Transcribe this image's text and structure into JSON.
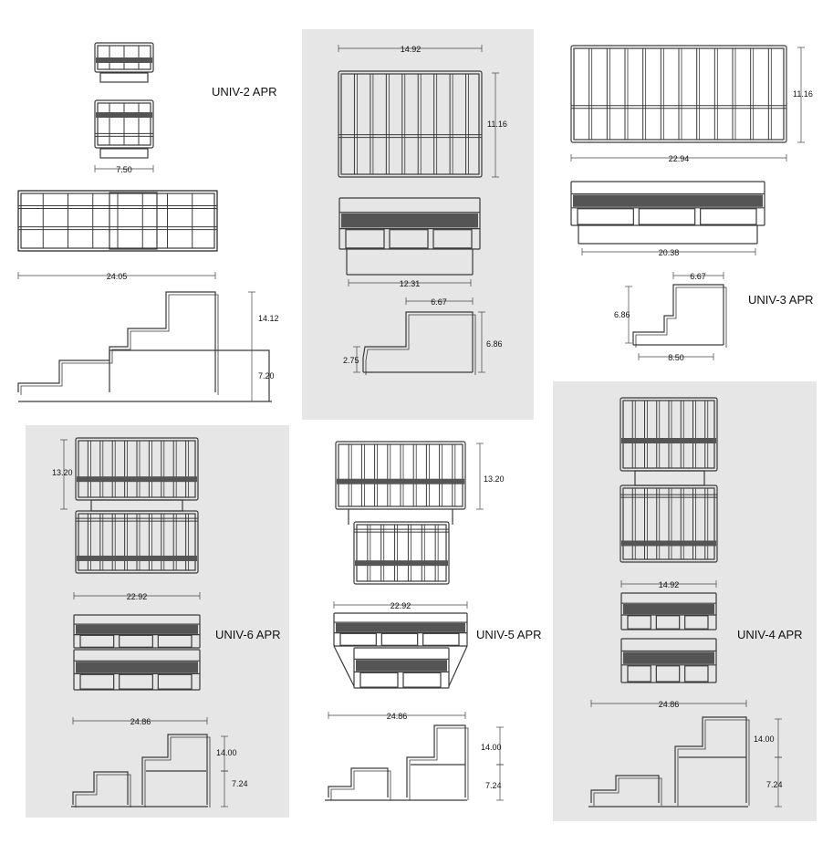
{
  "colors": {
    "panel": "#e6e6e6",
    "line": "#3a3a3a",
    "bar": "#555555",
    "dim": "#444444",
    "text": "#111111"
  },
  "products": {
    "univ2": {
      "title": "UNIV-2 APR",
      "dims": {
        "width": "7.50",
        "length": "24.05",
        "total_height": "14.12",
        "low_height": "7.20"
      }
    },
    "univ3": {
      "title": "UNIV-3 APR",
      "dims": {
        "length": "22.94",
        "height": "11.16",
        "base_width": "20.38",
        "top_depth": "6.67",
        "side_height": "6.86",
        "base_depth": "8.50"
      }
    },
    "univ4": {
      "title": "UNIV-4 APR",
      "dims": {
        "width": "14.92",
        "length": "24.86",
        "total_height": "14.00",
        "low_height": "7.24"
      }
    },
    "univ5": {
      "title": "UNIV-5 APR",
      "dims": {
        "height": "13.20",
        "width": "22.92",
        "length": "24.86",
        "total_height": "14.00",
        "low_height": "7.24"
      }
    },
    "univ6": {
      "title": "UNIV-6 APR",
      "dims": {
        "height": "13.20",
        "width": "22.92",
        "length": "24.86",
        "total_height": "14.00",
        "low_height": "7.24"
      }
    },
    "center": {
      "dims": {
        "width": "14.92",
        "height": "11.16",
        "base_width": "12.31",
        "top_depth": "6.67",
        "side_height": "6.86",
        "step_height": "2.75"
      }
    }
  }
}
